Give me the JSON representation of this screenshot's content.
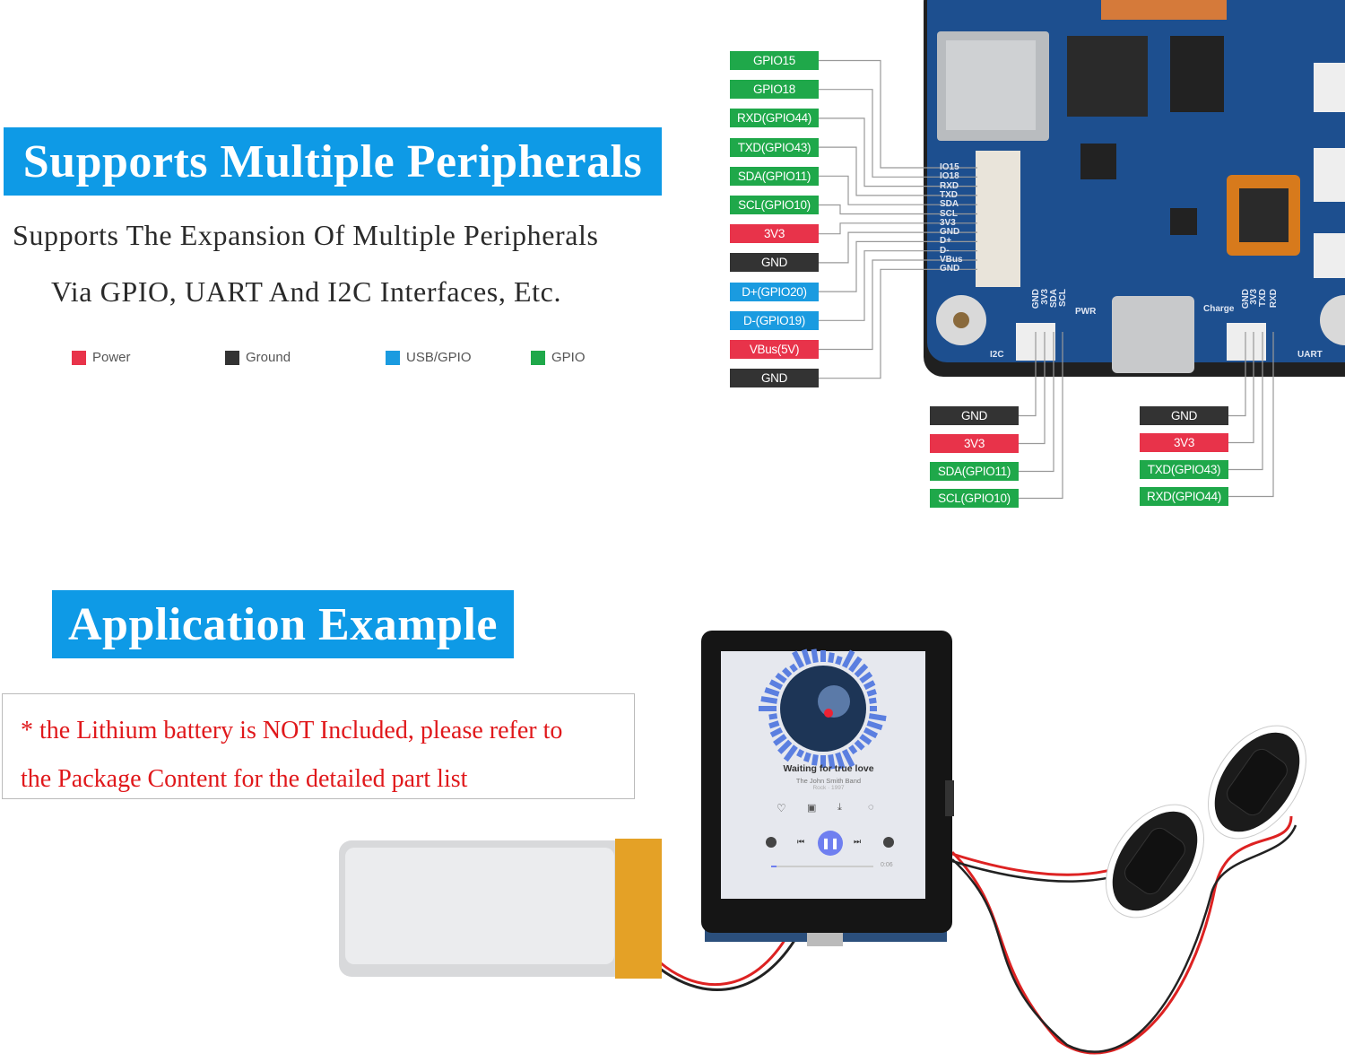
{
  "section1": {
    "title": "Supports Multiple Peripherals",
    "subtitle_line1": "Supports The Expansion Of Multiple Peripherals",
    "subtitle_line2": "Via GPIO, UART And I2C Interfaces, Etc."
  },
  "legend": [
    {
      "label": "Power",
      "color": "#e8334a"
    },
    {
      "label": "Ground",
      "color": "#333333"
    },
    {
      "label": "USB/GPIO",
      "color": "#1a9be0"
    },
    {
      "label": "GPIO",
      "color": "#1fa84a"
    }
  ],
  "side_pins": [
    {
      "label": "GPIO15",
      "type": "gpio"
    },
    {
      "label": "GPIO18",
      "type": "gpio"
    },
    {
      "label": "RXD(GPIO44)",
      "type": "gpio"
    },
    {
      "label": "TXD(GPIO43)",
      "type": "gpio"
    },
    {
      "label": "SDA(GPIO11)",
      "type": "gpio"
    },
    {
      "label": "SCL(GPIO10)",
      "type": "gpio"
    },
    {
      "label": "3V3",
      "type": "power"
    },
    {
      "label": "GND",
      "type": "ground"
    },
    {
      "label": "D+(GPIO20)",
      "type": "usb"
    },
    {
      "label": "D-(GPIO19)",
      "type": "usb"
    },
    {
      "label": "VBus(5V)",
      "type": "power"
    },
    {
      "label": "GND",
      "type": "ground"
    }
  ],
  "header_silk": [
    "IO15",
    "IO18",
    "RXD",
    "TXD",
    "SDA",
    "SCL",
    "3V3",
    "GND",
    "D+",
    "D-",
    "VBus",
    "GND"
  ],
  "i2c": {
    "silk_label": "I2C",
    "silk_pins": [
      "GND",
      "3V3",
      "SDA",
      "SCL"
    ],
    "pins": [
      {
        "label": "GND",
        "type": "ground"
      },
      {
        "label": "3V3",
        "type": "power"
      },
      {
        "label": "SDA(GPIO11)",
        "type": "gpio"
      },
      {
        "label": "SCL(GPIO10)",
        "type": "gpio"
      }
    ]
  },
  "uart": {
    "silk_label": "UART",
    "silk_pins": [
      "GND",
      "3V3",
      "TXD",
      "RXD"
    ],
    "pins": [
      {
        "label": "GND",
        "type": "ground"
      },
      {
        "label": "3V3",
        "type": "power"
      },
      {
        "label": "TXD(GPIO43)",
        "type": "gpio"
      },
      {
        "label": "RXD(GPIO44)",
        "type": "gpio"
      }
    ]
  },
  "board_silk": {
    "pwr": "PWR",
    "charge": "Charge"
  },
  "colors": {
    "banner": "#0e9ae6",
    "gpio": "#1fa84a",
    "power": "#e8334a",
    "ground": "#333333",
    "usb": "#1a9be0",
    "board": "#1d4f8f",
    "note_text": "#e0181b"
  },
  "section2": {
    "title": "Application Example",
    "note_line1": "* the Lithium battery is NOT Included, please refer to",
    "note_line2": "the Package Content for the detailed part list"
  },
  "player": {
    "song": "Waiting for true love",
    "artist": "The John Smith Band",
    "meta": "Rock · 1997",
    "time": "0:06",
    "progress": 0.05
  }
}
